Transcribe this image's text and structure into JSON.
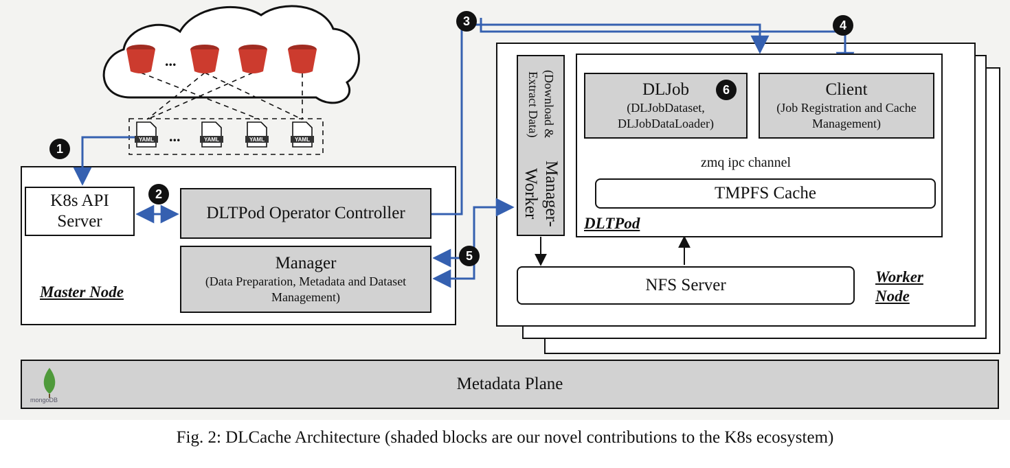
{
  "diagram": {
    "cloud": {
      "ellipsis": "..."
    },
    "yaml": {
      "file_label": "YAML",
      "ellipsis": "..."
    },
    "master_node": {
      "label": "Master Node",
      "k8s_api_server": "K8s API Server",
      "operator_controller": "DLTPod Operator Controller",
      "manager": {
        "title": "Manager",
        "subtitle": "(Data Preparation, Metadata and Dataset Management)"
      }
    },
    "worker_node": {
      "label": "Worker Node",
      "manager_worker": {
        "title": "Manager-Worker",
        "subtitle": "(Download & Extract Data)"
      },
      "nfs_server": "NFS Server",
      "dltpod": {
        "label": "DLTPod",
        "dljob": {
          "title": "DLJob",
          "subtitle": "(DLJobDataset, DLJobDataLoader)"
        },
        "client": {
          "title": "Client",
          "subtitle": "(Job Registration and Cache Management)"
        },
        "channel": "zmq ipc channel",
        "tmpfs_cache": "TMPFS Cache"
      }
    },
    "metadata_plane": {
      "title": "Metadata Plane",
      "logo_text": "mongoDB"
    },
    "steps": [
      "1",
      "2",
      "3",
      "4",
      "5",
      "6"
    ],
    "colors": {
      "arrow_blue": "#3560b0",
      "bucket_red": "#cc3b2e",
      "shaded_block": "#d2d2d2",
      "mongo_green": "#4f9a3b"
    }
  },
  "caption": "Fig. 2: DLCache Architecture (shaded blocks are our novel contributions to the K8s ecosystem)"
}
